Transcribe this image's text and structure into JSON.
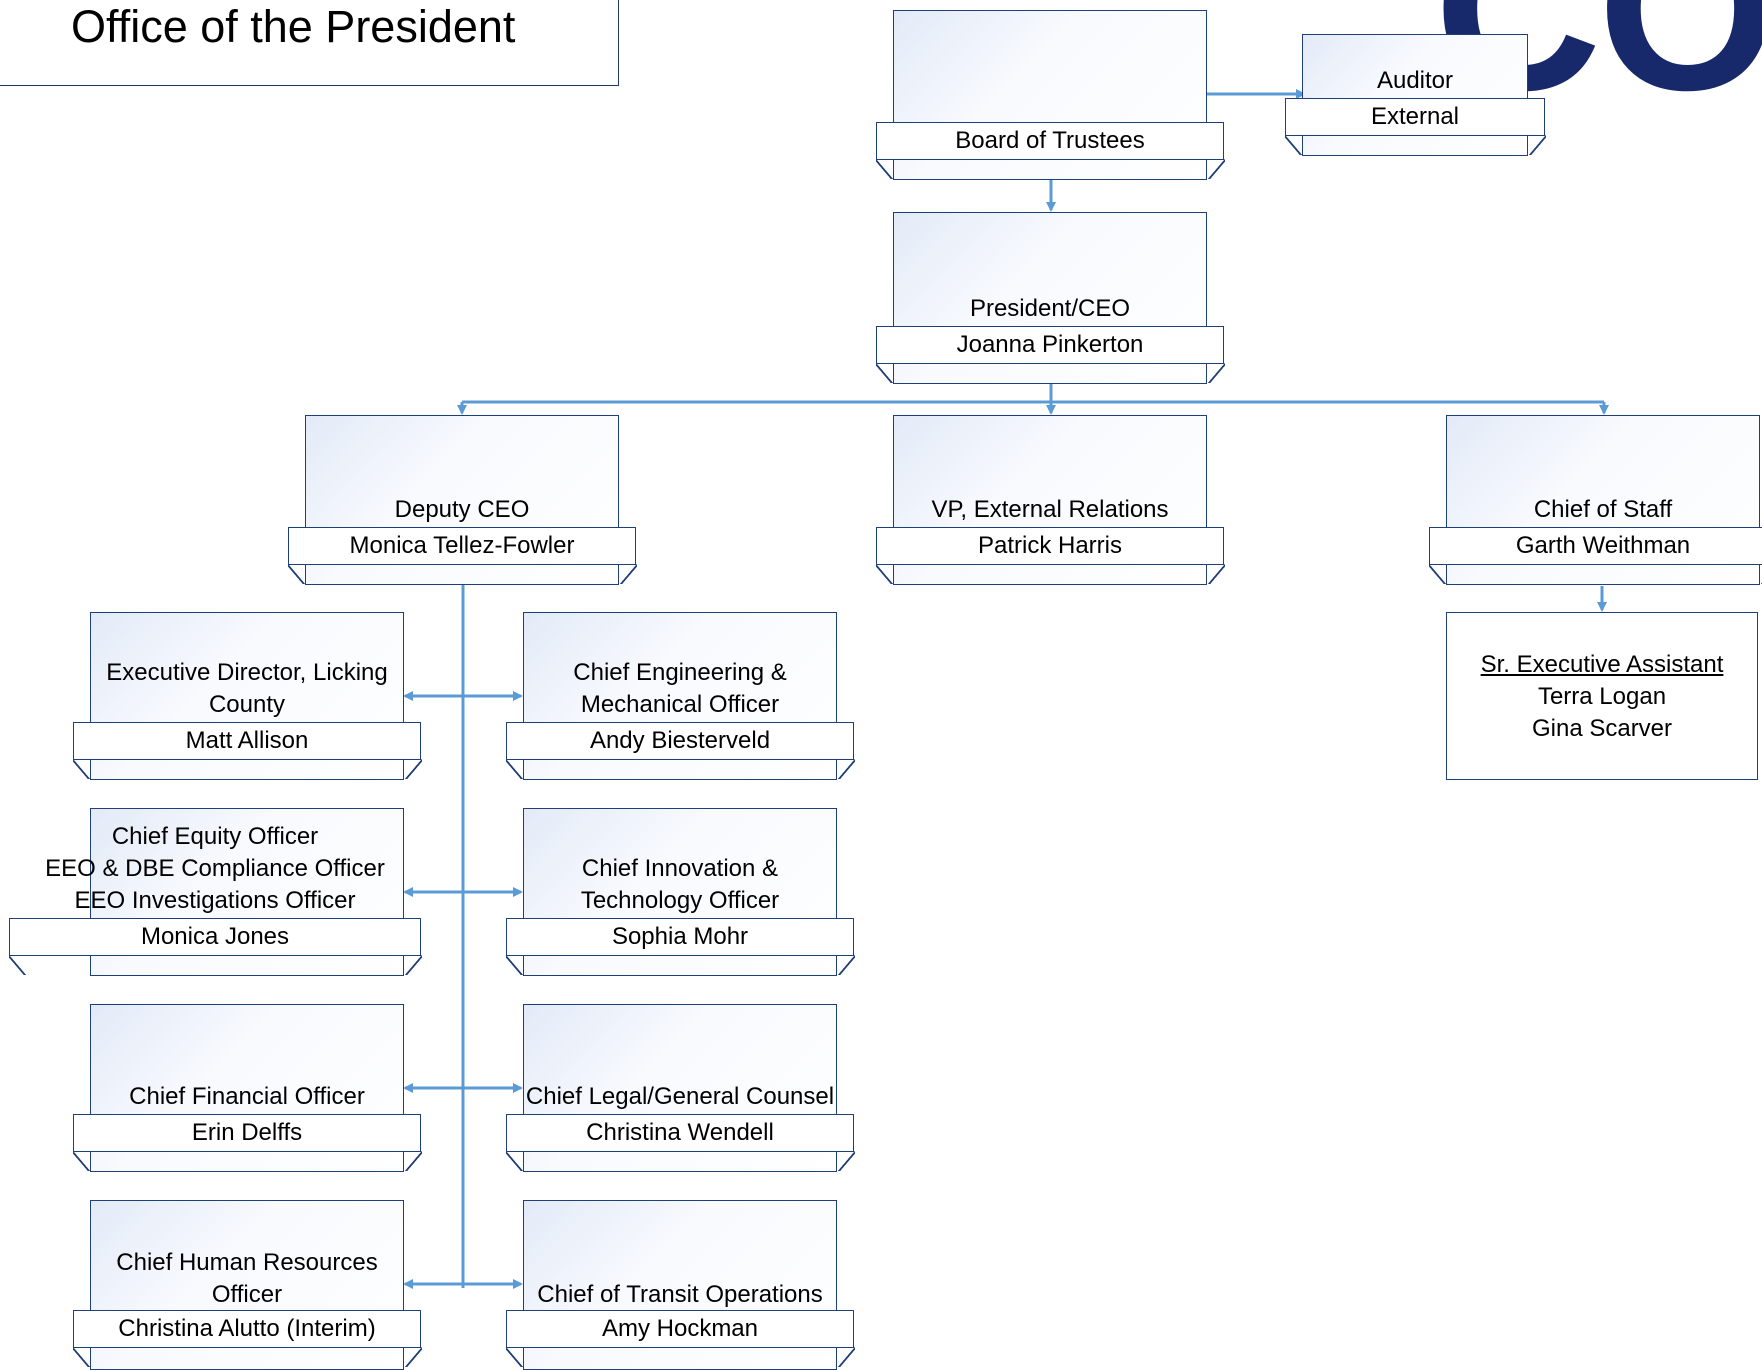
{
  "header": {
    "title": "Office of the President",
    "logo_text": "CO"
  },
  "nodes": {
    "board": {
      "title": "",
      "name": "Board of Trustees"
    },
    "auditor": {
      "title": "Auditor",
      "name": "External"
    },
    "president": {
      "title": "President/CEO",
      "name": "Joanna Pinkerton"
    },
    "deputy": {
      "title": "Deputy CEO",
      "name": "Monica Tellez-Fowler"
    },
    "vp_external": {
      "title": "VP, External Relations",
      "name": "Patrick Harris"
    },
    "chief_staff": {
      "title": "Chief of Staff",
      "name": "Garth Weithman"
    },
    "exec_dir": {
      "title": "Executive Director, Licking\nCounty",
      "name": "Matt Allison"
    },
    "chief_eng": {
      "title": "Chief Engineering &\nMechanical Officer",
      "name": "Andy Biesterveld"
    },
    "chief_equity": {
      "title": "Chief Equity Officer\nEEO & DBE Compliance Officer\nEEO Investigations Officer",
      "name": "Monica Jones"
    },
    "chief_innov": {
      "title": "Chief Innovation &\nTechnology Officer",
      "name": "Sophia Mohr"
    },
    "cfo": {
      "title": "Chief Financial Officer",
      "name": "Erin Delffs"
    },
    "chief_legal": {
      "title": "Chief Legal/General Counsel",
      "name": "Christina Wendell"
    },
    "chro": {
      "title": "Chief Human Resources\nOfficer",
      "name": "Christina Alutto (Interim)"
    },
    "chief_transit": {
      "title": "Chief of Transit Operations",
      "name": "Amy Hockman"
    }
  },
  "assistant": {
    "title": "Sr. Executive Assistant",
    "names": [
      "Terra Logan",
      "Gina Scarver"
    ]
  },
  "colors": {
    "connector": "#5b9bd5",
    "border": "#1f3f7a",
    "logo": "#17296b"
  }
}
